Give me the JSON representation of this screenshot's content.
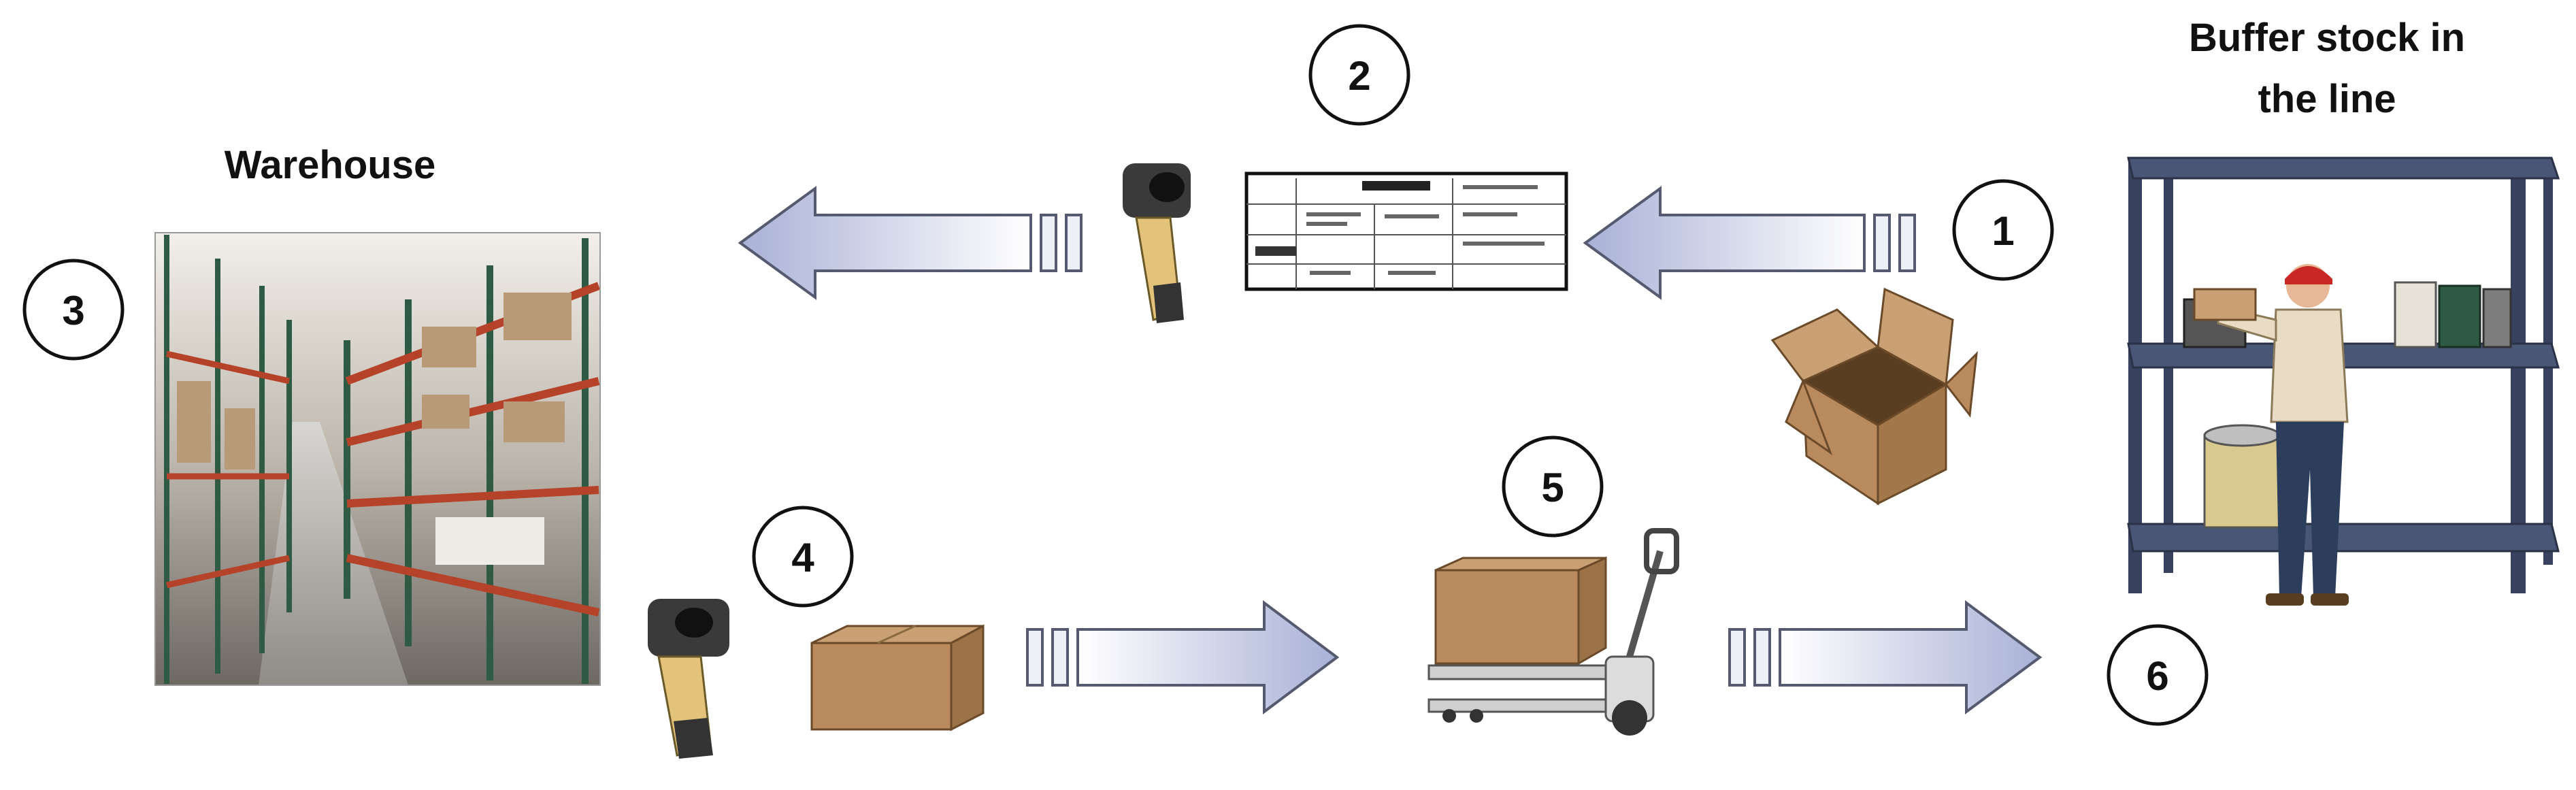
{
  "labels": {
    "warehouse": "Warehouse",
    "buffer_line1": "Buffer stock in",
    "buffer_line2": "the line"
  },
  "steps": [
    "1",
    "2",
    "3",
    "4",
    "5",
    "6"
  ],
  "colors": {
    "arrow_fill_light": "#ffffff",
    "arrow_fill_dark": "#a9b1d6",
    "arrow_stroke": "#555a70",
    "box_fill": "#b88a5e",
    "box_top": "#c9a074",
    "scanner_yellow": "#e3c27a",
    "shelf_red": "#b5432a",
    "rack_blue": "#38425e"
  }
}
